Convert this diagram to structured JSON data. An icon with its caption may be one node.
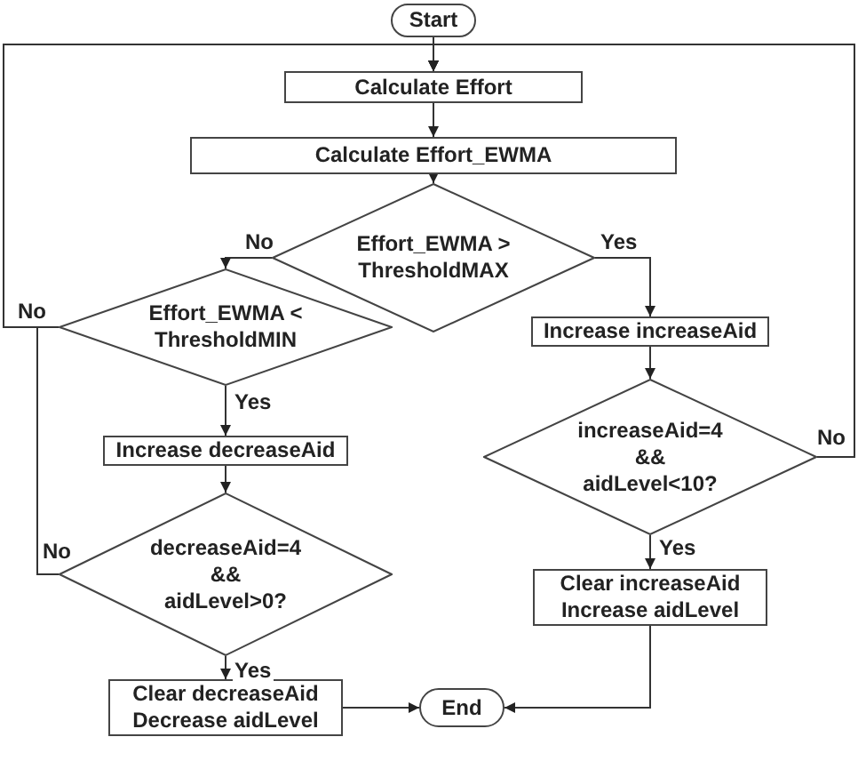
{
  "diagram": {
    "nodes": [
      {
        "text": [
          "Start"
        ]
      },
      {
        "text": [
          "Calculate Effort"
        ]
      },
      {
        "text": [
          "Calculate Effort_EWMA"
        ]
      },
      {
        "text": [
          "Effort_EWMA > ThresholdMAX"
        ]
      },
      {
        "text": [
          "Effort_EWMA < ThresholdMIN"
        ]
      },
      {
        "text": [
          "Increase increaseAid"
        ]
      },
      {
        "text": [
          "Increase decreaseAid"
        ]
      },
      {
        "text": [
          "increaseAid=4 && aidLevel<10?"
        ]
      },
      {
        "text": [
          "decreaseAid=4 && aidLevel>0?"
        ]
      },
      {
        "text": [
          "Clear increaseAid",
          "Increase aidLevel"
        ]
      },
      {
        "text": [
          "Clear decreaseAid",
          "Decrease aidLevel"
        ]
      },
      {
        "text": [
          "End"
        ]
      }
    ],
    "edges": [
      {
        "from": 0,
        "to": 1,
        "arrow": "to"
      },
      {
        "from": 1,
        "to": 2,
        "arrow": "to"
      },
      {
        "from": 2,
        "to": 3,
        "arrow": "to"
      },
      {
        "from": 3,
        "to": 4,
        "arrow": "to",
        "label": "No"
      },
      {
        "from": 3,
        "to": 5,
        "arrow": "to",
        "label": "Yes"
      },
      {
        "from": 4,
        "to": 1,
        "arrow": "to",
        "label": "No"
      },
      {
        "from": 4,
        "to": 6,
        "arrow": "to",
        "label": "Yes"
      },
      {
        "from": 5,
        "to": 7,
        "arrow": "to"
      },
      {
        "from": 7,
        "to": 1,
        "arrow": "to",
        "label": "No"
      },
      {
        "from": 7,
        "to": 9,
        "arrow": "to",
        "label": "Yes"
      },
      {
        "from": 6,
        "to": 8,
        "arrow": "to"
      },
      {
        "from": 8,
        "to": 1,
        "arrow": "to",
        "label": "No"
      },
      {
        "from": 8,
        "to": 10,
        "arrow": "to",
        "label": "Yes"
      },
      {
        "from": 10,
        "to": 11,
        "arrow": "to"
      },
      {
        "from": 9,
        "to": 11,
        "arrow": "to"
      }
    ]
  }
}
